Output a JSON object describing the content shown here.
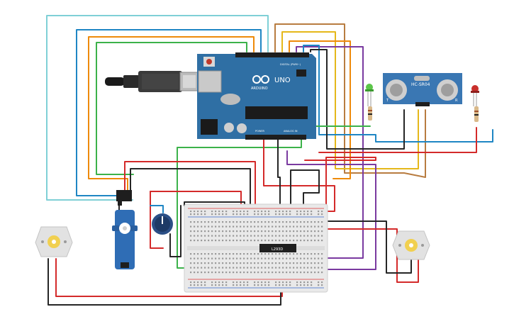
{
  "arduino": {
    "logo_text": "UNO",
    "brand_text": "ARDUINO",
    "digital_label": "DIGITAL (PWM~)",
    "power_label": "POWER",
    "analog_label": "ANALOG IN",
    "board_color": "#2f6fa4"
  },
  "sensor": {
    "label": "HC-SR04",
    "left_mark": "T",
    "right_mark": "R",
    "board_color": "#3a77b3"
  },
  "chip": {
    "label": "L293D"
  },
  "leds": [
    {
      "name": "green",
      "color": "#5cc64a"
    },
    {
      "name": "red",
      "color": "#c9302c"
    }
  ],
  "wire_colors": {
    "cyan": "#7fd0d6",
    "blue": "#1f86c4",
    "orange": "#ee8a0a",
    "green": "#3cb24a",
    "brown": "#b87c40",
    "yellow": "#e5b81a",
    "purple": "#7a3aa0",
    "red": "#d42a2a",
    "black": "#262626"
  }
}
